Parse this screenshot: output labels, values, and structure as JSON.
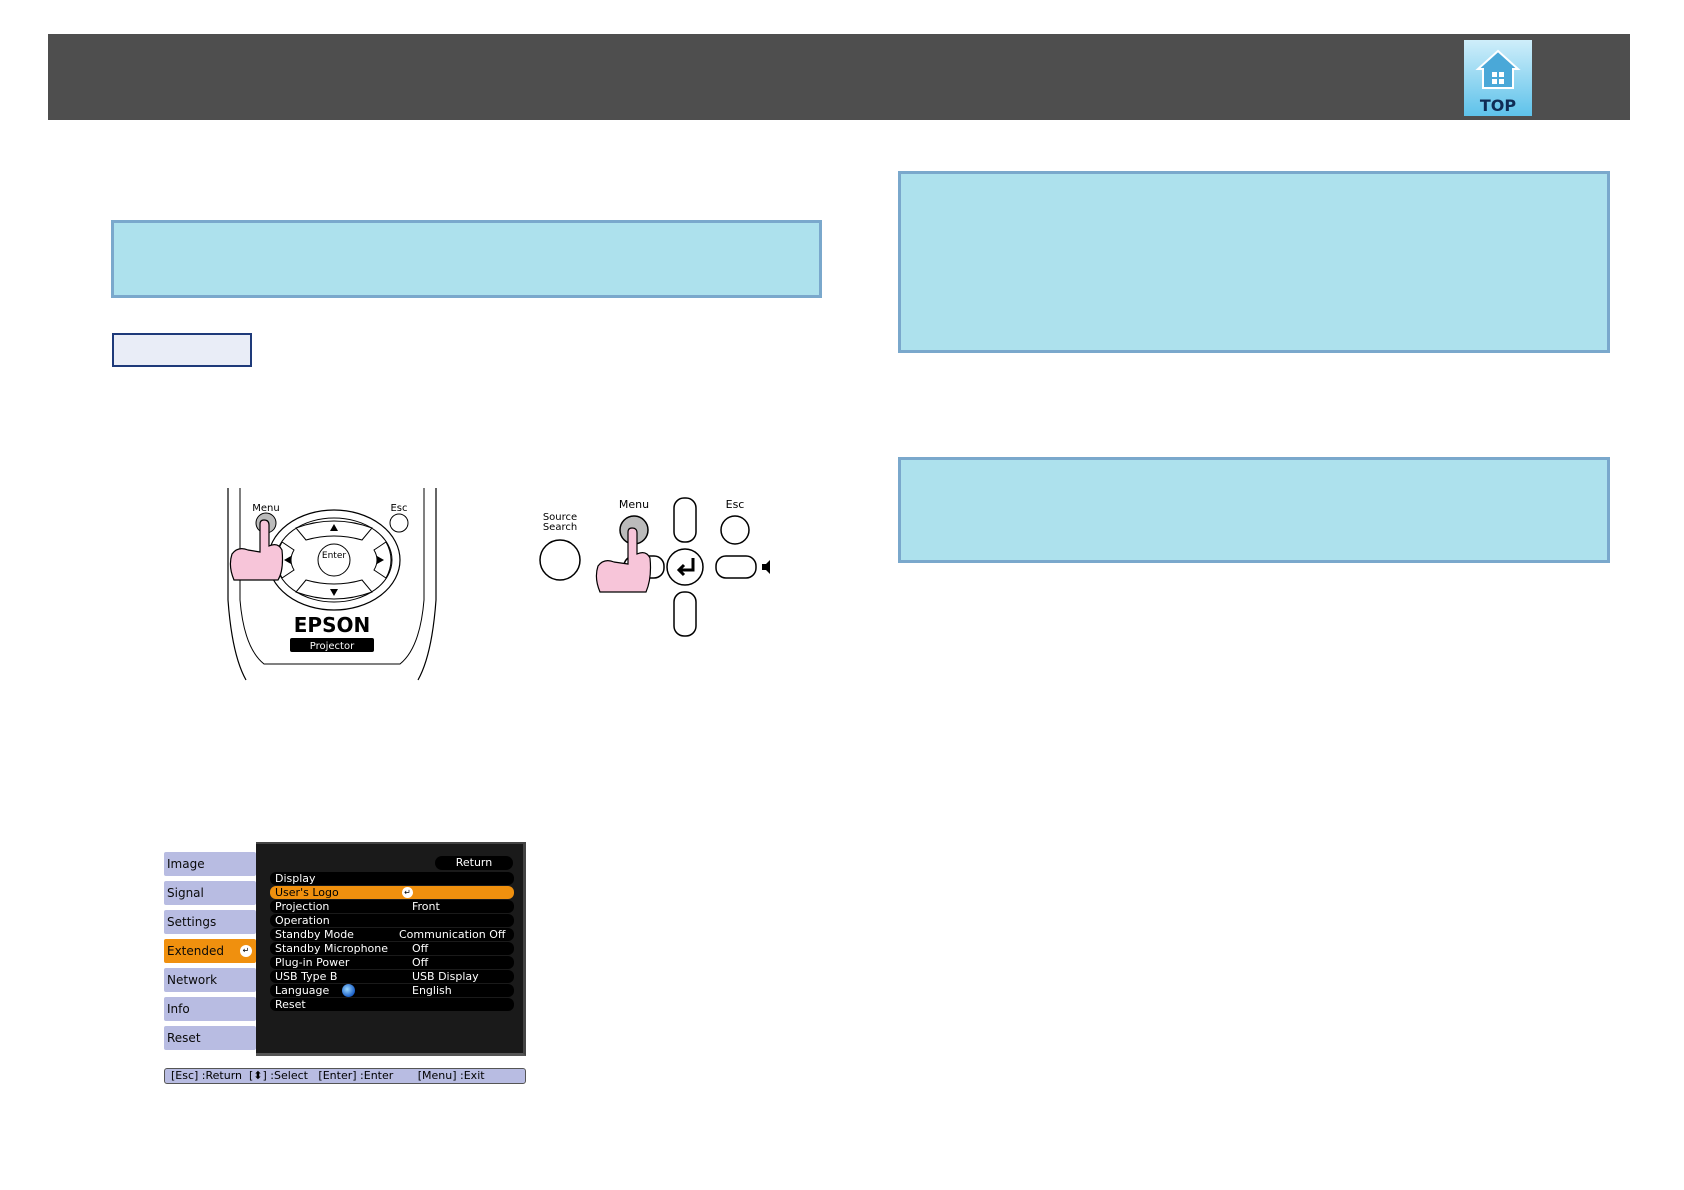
{
  "header": {
    "top_button_label": "TOP"
  },
  "remote": {
    "menu_label": "Menu",
    "esc_label": "Esc",
    "enter_label": "Enter",
    "brand_label": "EPSON",
    "model_label": "Projector"
  },
  "control_panel": {
    "source_search_line1": "Source",
    "source_search_line2": "Search",
    "menu_label": "Menu",
    "esc_label": "Esc"
  },
  "osd_menu": {
    "tabs": [
      {
        "label": "Image"
      },
      {
        "label": "Signal"
      },
      {
        "label": "Settings"
      },
      {
        "label": "Extended"
      },
      {
        "label": "Network"
      },
      {
        "label": "Info"
      },
      {
        "label": "Reset"
      }
    ],
    "active_tab": "Extended",
    "return_label": "Return",
    "rows": [
      {
        "label": "Display",
        "value": ""
      },
      {
        "label": "User's Logo",
        "value": ""
      },
      {
        "label": "Projection",
        "value": "Front"
      },
      {
        "label": "Operation",
        "value": ""
      },
      {
        "label": "Standby Mode",
        "value": "Communication Off"
      },
      {
        "label": "Standby Microphone",
        "value": "Off"
      },
      {
        "label": "Plug-in Power",
        "value": "Off"
      },
      {
        "label": "USB Type B",
        "value": "USB Display"
      },
      {
        "label": "Language",
        "value": "English"
      },
      {
        "label": "Reset",
        "value": ""
      }
    ],
    "selected_row": "User's Logo",
    "footer": "[Esc] :Return  [⬍] :Select   [Enter] :Enter       [Menu] :Exit"
  }
}
